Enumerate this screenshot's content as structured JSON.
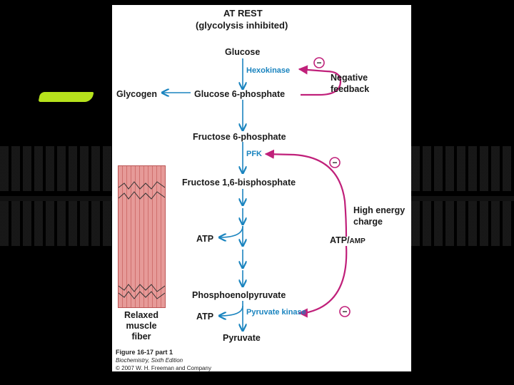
{
  "header": {
    "title": "AT REST",
    "subtitle": "(glycolysis inhibited)"
  },
  "pathway": {
    "glucose": "Glucose",
    "hexokinase": "Hexokinase",
    "glycogen": "Glycogen",
    "g6p": "Glucose 6-phosphate",
    "f6p": "Fructose 6-phosphate",
    "pfk": "PFK",
    "f16bp": "Fructose 1,6-bisphosphate",
    "atp_mid": "ATP",
    "pep": "Phosphoenolpyruvate",
    "atp_bottom": "ATP",
    "pyruvate_kinase": "Pyruvate kinase",
    "pyruvate": "Pyruvate"
  },
  "regulation": {
    "negative_feedback": "Negative\nfeedback",
    "high_energy": "High energy\ncharge",
    "atp_amp_atp": "ATP/",
    "atp_amp_amp": "AMP",
    "minus_sign": "−"
  },
  "fiber": {
    "label": "Relaxed\nmuscle\nfiber"
  },
  "caption": {
    "figure": "Figure 16-17 part 1",
    "book": "Biochemistry, Sixth Edition",
    "copyright": "© 2007 W. H. Freeman and Company"
  },
  "colors": {
    "arrow_blue": "#1a84bf",
    "feedback_magenta": "#c0207a",
    "highlight": "#b6e21c",
    "fiber_pink": "#e69a98"
  }
}
